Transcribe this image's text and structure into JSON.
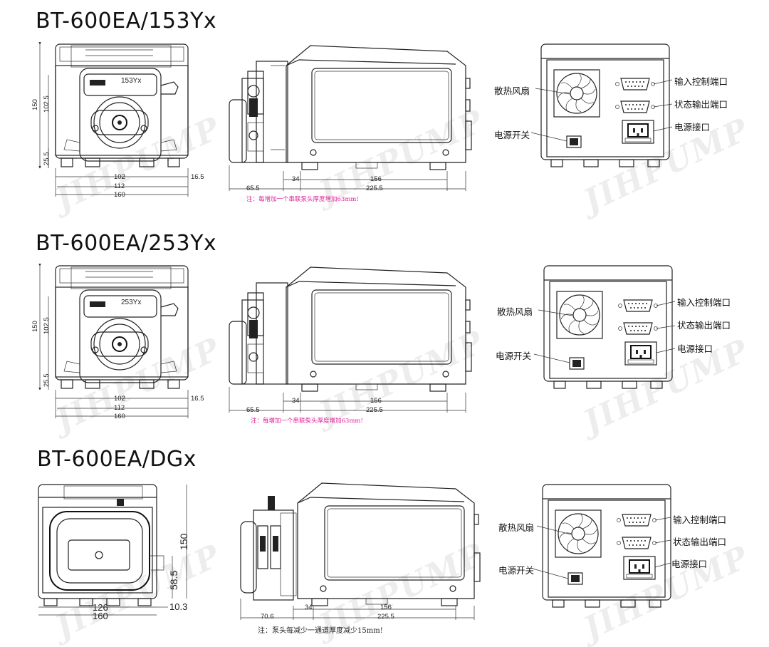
{
  "sections": [
    {
      "title": "BT-600EA/153Yx",
      "head_label": "153Yx",
      "front": {
        "h_total": "150",
        "h_mid": "102.5",
        "h_low": "25.5",
        "w1": "102",
        "w_right": "16.5",
        "w2": "112",
        "w3": "160"
      },
      "side": {
        "d1": "65.5",
        "d2": "34",
        "d3": "156",
        "d4": "225.5"
      },
      "note": "注：每增加一个串联泵头厚度增加63mm!",
      "rear": {
        "fan": "散热风扇",
        "switch": "电源开关",
        "in_port": "输入控制端口",
        "out_port": "状态输出端口",
        "power": "电源接口"
      }
    },
    {
      "title": "BT-600EA/253Yx",
      "head_label": "253Yx",
      "front": {
        "h_total": "150",
        "h_mid": "102.5",
        "h_low": "25.5",
        "w1": "102",
        "w_right": "16.5",
        "w2": "112",
        "w3": "160"
      },
      "side": {
        "d1": "65.5",
        "d2": "34",
        "d3": "156",
        "d4": "225.5"
      },
      "note": "注：每增加一个串联泵头厚度增加63mm!",
      "rear": {
        "fan": "散热风扇",
        "switch": "电源开关",
        "in_port": "输入控制端口",
        "out_port": "状态输出端口",
        "power": "电源接口"
      }
    },
    {
      "title": "BT-600EA/DGx",
      "front": {
        "h_total": "150",
        "h_mid": "58.5",
        "w1": "126",
        "w_right": "10.3",
        "w3": "160"
      },
      "side": {
        "d1": "70.6",
        "d2": "34",
        "d3": "156",
        "d4": "225.5"
      },
      "note": "注：泵头每减少一通道厚度减少15mm!",
      "rear": {
        "fan": "散热风扇",
        "switch": "电源开关",
        "in_port": "输入控制端口",
        "out_port": "状态输出端口",
        "power": "电源接口"
      }
    }
  ],
  "watermark": "JIHPUMP",
  "colors": {
    "note_pink": "#e0209a",
    "note_black": "#222222",
    "line": "#222222"
  }
}
